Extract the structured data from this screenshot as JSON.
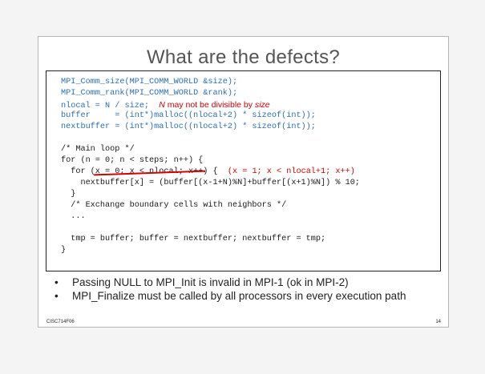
{
  "slide": {
    "title": "What are the defects?",
    "code": {
      "line1": "MPI_Comm_size(MPI_COMM_WORLD &size);",
      "line2": "MPI_Comm_rank(MPI_COMM_WORLD &rank);",
      "line3": "nlocal = N / size;",
      "line3_note_n": "N",
      "line3_note_mid": " may not be divisible by ",
      "line3_note_size": "size",
      "line4": "buffer     = (int*)malloc((nlocal+2) * sizeof(int));",
      "line5": "nextbuffer = (int*)malloc((nlocal+2) * sizeof(int));",
      "line6": "/* Main loop */",
      "line7": "for (n = 0; n < steps; n++) {",
      "line8_pre": "  for (",
      "line8_struck": "x = 0; x < nlocal; x++",
      "line8_post": ") {",
      "line8_fix": "(x = 1; x < nlocal+1; x++)",
      "line9": "    nextbuffer[x] = (buffer[(x-1+N)%N]+buffer[(x+1)%N]) % 10;",
      "line10": "  }",
      "line11": "  /* Exchange boundary cells with neighbors */",
      "line12": "  ...",
      "line13": "  tmp = buffer; buffer = nextbuffer; nextbuffer = tmp;",
      "line14": "}"
    },
    "bullets": [
      "Passing NULL to MPI_Init is invalid in MPI-1 (ok in MPI-2)",
      "MPI_Finalize must be called by all processors in every execution path"
    ],
    "footer_left": "CISC714F06",
    "page_number": "14"
  }
}
